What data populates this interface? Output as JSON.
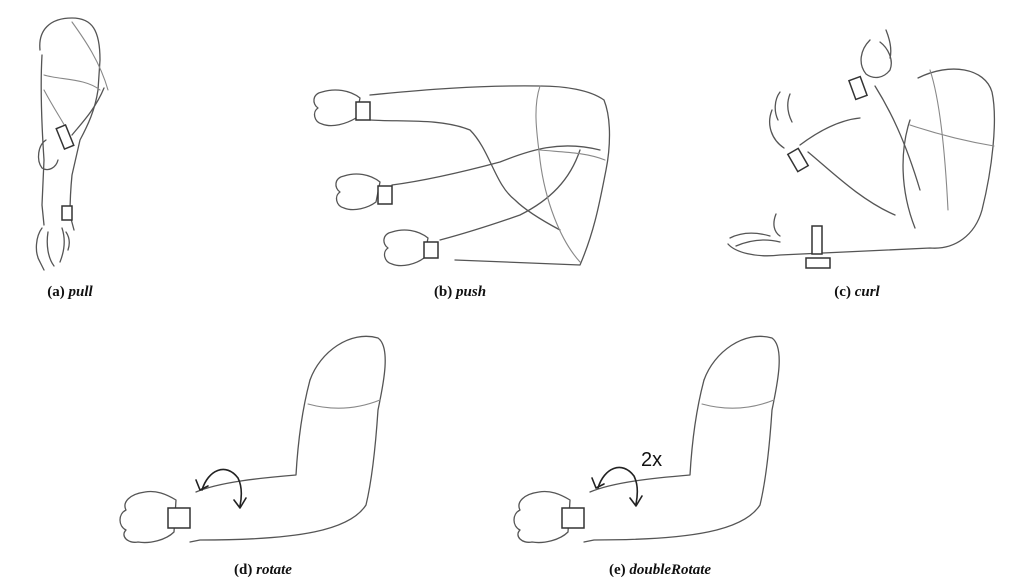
{
  "panels": [
    {
      "label": "(a)",
      "name": "pull"
    },
    {
      "label": "(b)",
      "name": "push"
    },
    {
      "label": "(c)",
      "name": "curl"
    },
    {
      "label": "(d)",
      "name": "rotate"
    },
    {
      "label": "(e)",
      "name": "doubleRotate"
    }
  ],
  "annotation": "2x",
  "icons": [
    "wrist-band-icon",
    "rotate-arrow-icon"
  ]
}
